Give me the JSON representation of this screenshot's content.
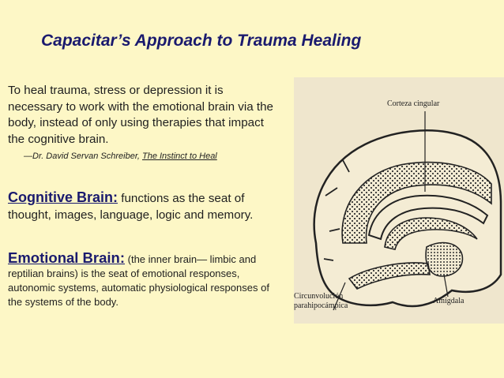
{
  "title": "Capacitar’s Approach to Trauma Healing",
  "quote": {
    "text": "To heal trauma, stress or depression it is necessary to work with the emotional brain via the body, instead of only using therapies that impact the cognitive brain.",
    "attribution_prefix": "—Dr. David Servan Schreiber, ",
    "attribution_book": "The Instinct to Heal"
  },
  "cognitive": {
    "heading": "Cognitive Brain:",
    "text": " functions as the seat of thought, images, language, logic and memory."
  },
  "emotional": {
    "heading": "Emotional Brain:",
    "text_a": " (the inner brain— limbic and reptilian brains) is the seat of emotional responses, autonomic systems, automatic physiological responses of the systems of the body."
  },
  "figure": {
    "label_cingulate": "Corteza cingular",
    "label_parahippo_1": "Circunvolución",
    "label_parahippo_2": "parahipocámpica",
    "label_amygdala": "Amígdala"
  }
}
